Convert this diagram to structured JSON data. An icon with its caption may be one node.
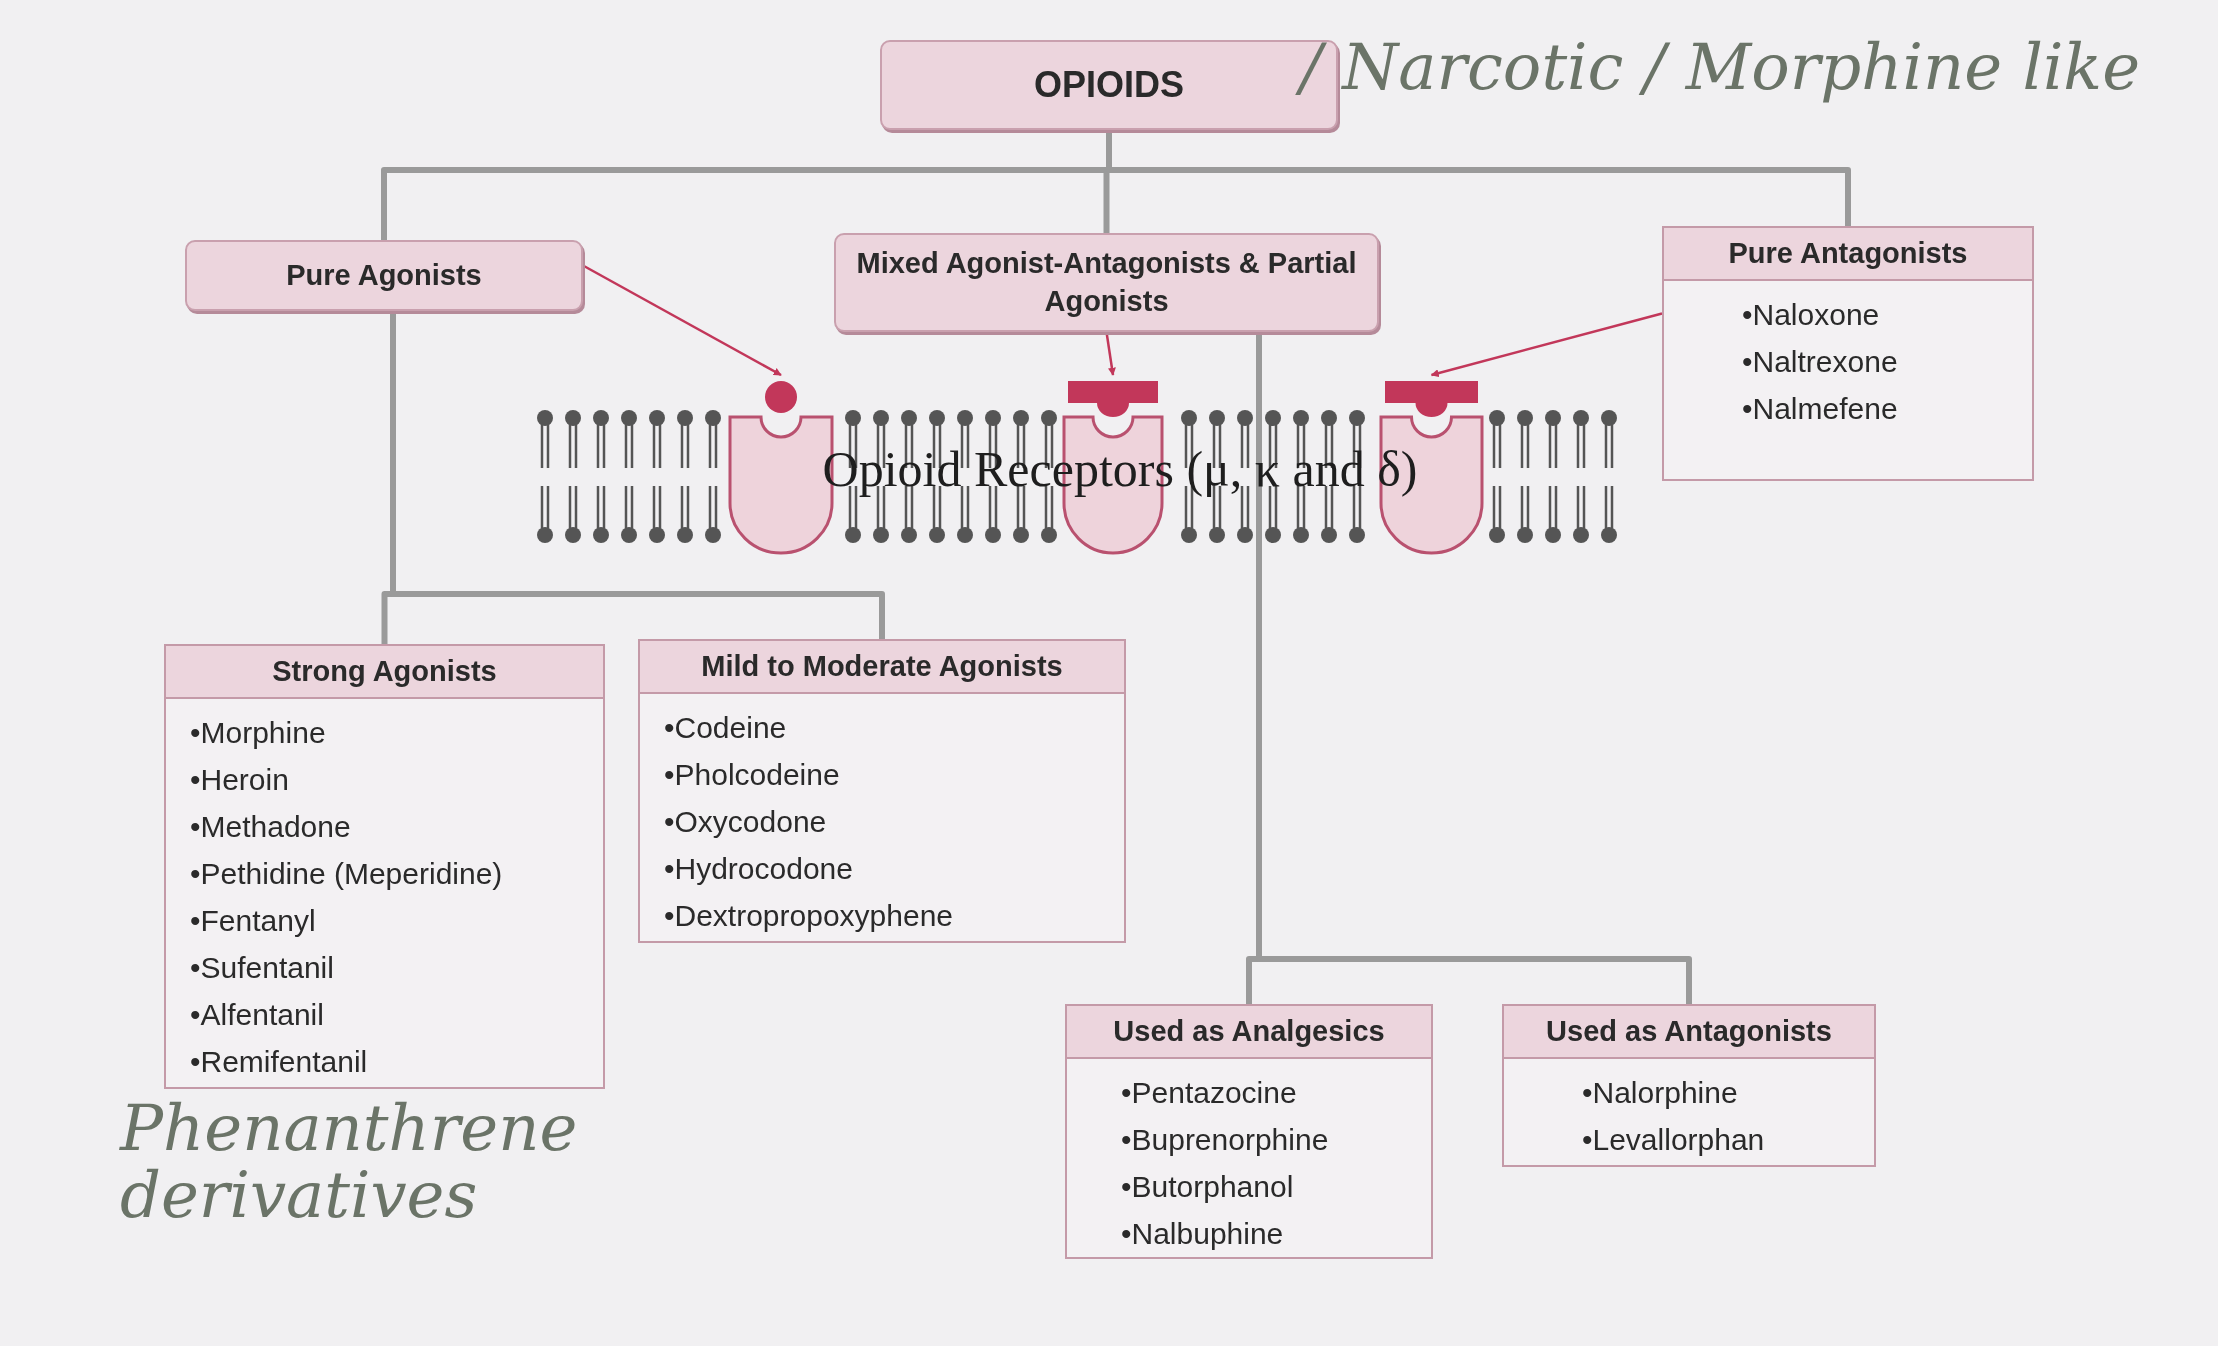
{
  "diagram": {
    "nodes": [
      {
        "text": [
          "OPIOIDS"
        ],
        "beside": [
          "/ Narcotic / Morphine like"
        ]
      },
      {
        "text": [
          "Pure Agonists"
        ]
      },
      {
        "text": [
          "Mixed Agonist-Antagonists & Partial Agonists"
        ]
      },
      {
        "text": [
          "Pure Antagonists",
          "•Naloxone",
          "•Naltrexone",
          "•Nalmefene"
        ]
      },
      {
        "text": [],
        "shape": "receptor"
      },
      {
        "text": [],
        "shape": "receptor"
      },
      {
        "text": [],
        "shape": "receptor"
      },
      {
        "text": [
          "Strong Agonists",
          "•Morphine",
          "•Heroin",
          "•Methadone",
          "•Pethidine (Meperidine)",
          "•Fentanyl",
          "•Sufentanil",
          "•Alfentanil",
          "•Remifentanil"
        ],
        "beside": [
          "Phenanthrene derivatives"
        ]
      },
      {
        "text": [
          "Mild to Moderate Agonists",
          "•Codeine",
          "•Pholcodeine",
          "•Oxycodone",
          "•Hydrocodone",
          "•Dextropropoxyphene"
        ]
      },
      {
        "text": [
          "Used as Analgesics",
          "•Pentazocine",
          "•Buprenorphine",
          "•Butorphanol",
          "•Nalbuphine"
        ]
      },
      {
        "text": [
          "Used as Antagonists",
          "•Nalorphine",
          "•Levallorphan"
        ]
      }
    ],
    "edges": [
      {
        "from": 0,
        "to": 1,
        "arrow": "none"
      },
      {
        "from": 0,
        "to": 2,
        "arrow": "none"
      },
      {
        "from": 0,
        "to": 3,
        "arrow": "none"
      },
      {
        "from": 1,
        "to": 4,
        "arrow": "to",
        "color": "#c2375a"
      },
      {
        "from": 2,
        "to": 5,
        "arrow": "to",
        "color": "#c2375a"
      },
      {
        "from": 3,
        "to": 6,
        "arrow": "to",
        "color": "#c2375a"
      },
      {
        "from": 1,
        "to": 7,
        "arrow": "none"
      },
      {
        "from": 1,
        "to": 8,
        "arrow": "none"
      },
      {
        "from": 2,
        "to": 9,
        "arrow": "none"
      },
      {
        "from": 2,
        "to": 10,
        "arrow": "none"
      }
    ],
    "labels": [
      "Opioid Receptors (μ, κ and δ)"
    ]
  }
}
